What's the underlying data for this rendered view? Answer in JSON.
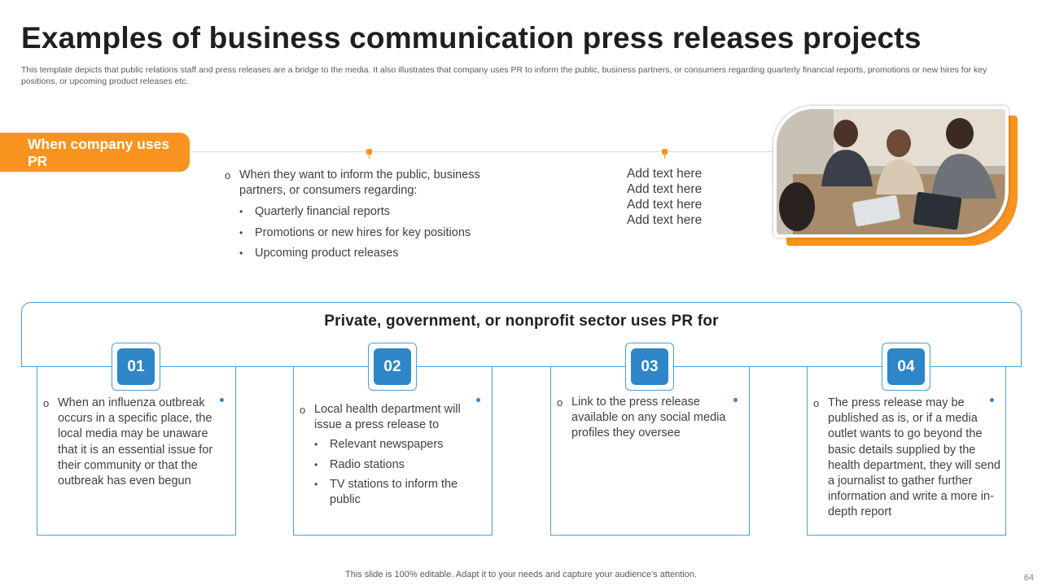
{
  "title": "Examples of business communication press releases projects",
  "subtitle": "This template depicts that public relations staff and press releases are a bridge to the media.  It also illustrates that company uses PR to inform the public, business partners, or consumers regarding quarterly financial reports, promotions or new hires for key  positions, or upcoming product releases etc.",
  "company_section": {
    "pill_label": "When company uses PR",
    "lead": "When they want to inform the public, business partners, or consumers regarding:",
    "bullets": [
      "Quarterly financial reports",
      "Promotions or new hires for key positions",
      "Upcoming product releases"
    ],
    "add_text": [
      "Add text here",
      "Add text here",
      "Add text here",
      "Add text here"
    ]
  },
  "sector_section": {
    "title": "Private, government, or nonprofit sector uses PR for",
    "cards": [
      {
        "number": "01",
        "text": "When an influenza  outbreak occurs in a specific place, the local media may be unaware that it is an essential issue for their community  or that the outbreak has even begun"
      },
      {
        "number": "02",
        "text": "Local health department will issue a press release to",
        "bullets": [
          "Relevant newspapers",
          "Radio stations",
          "TV stations to inform the public"
        ]
      },
      {
        "number": "03",
        "text": "Link to the press release available on any social media profiles they oversee"
      },
      {
        "number": "04",
        "text": "The press release may be published as is, or if a media outlet wants to go beyond the basic details supplied by the health department, they will send a journalist to gather further information and write a more in-depth report"
      }
    ]
  },
  "footer": "This slide is 100% editable. Adapt it to your needs and capture your audience's attention.",
  "page_number": "64",
  "colors": {
    "accent_orange": "#f7931e",
    "accent_blue": "#2e86c8"
  },
  "icons": {
    "lead_marker": "ring-bullet",
    "list_marker": "dot-bullet"
  }
}
